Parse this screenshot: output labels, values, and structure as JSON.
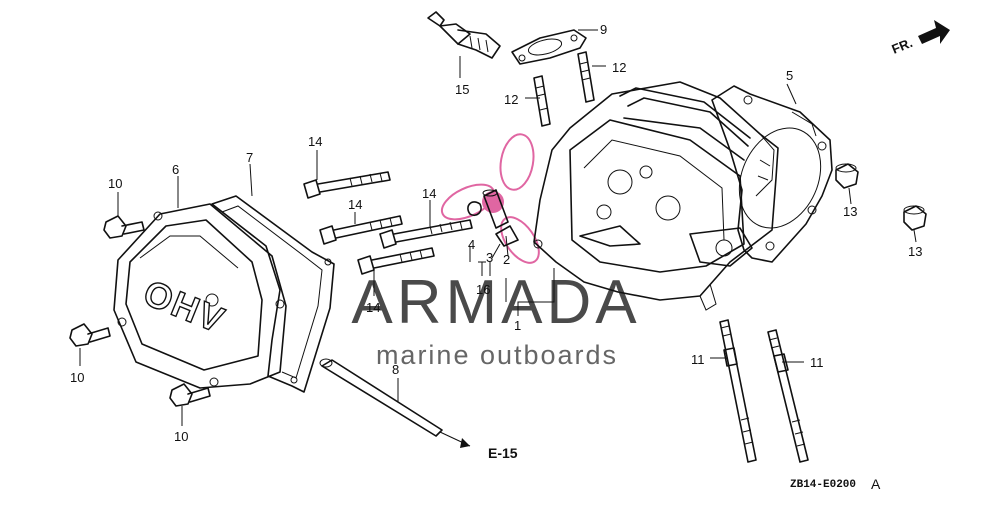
{
  "diagram": {
    "direction_label": "FR.",
    "reference_label": "E-15",
    "drawing_code": "ZB14-E0200",
    "drawing_rev": "A",
    "cover_embossing": "OHV",
    "callouts": {
      "c1": "1",
      "c2": "2",
      "c3": "3",
      "c4": "4",
      "c5": "5",
      "c6": "6",
      "c7": "7",
      "c8": "8",
      "c9": "9",
      "c10a": "10",
      "c10b": "10",
      "c10c": "10",
      "c11a": "11",
      "c11b": "11",
      "c12a": "12",
      "c12b": "12",
      "c13a": "13",
      "c13b": "13",
      "c14a": "14",
      "c14b": "14",
      "c14c": "14",
      "c14d": "14",
      "c15": "15",
      "c16": "16"
    }
  },
  "watermark": {
    "brand": "ARMADA",
    "tagline": "marine outboards",
    "brand_color": "#d63384",
    "text_color": "#4a4a4a"
  }
}
